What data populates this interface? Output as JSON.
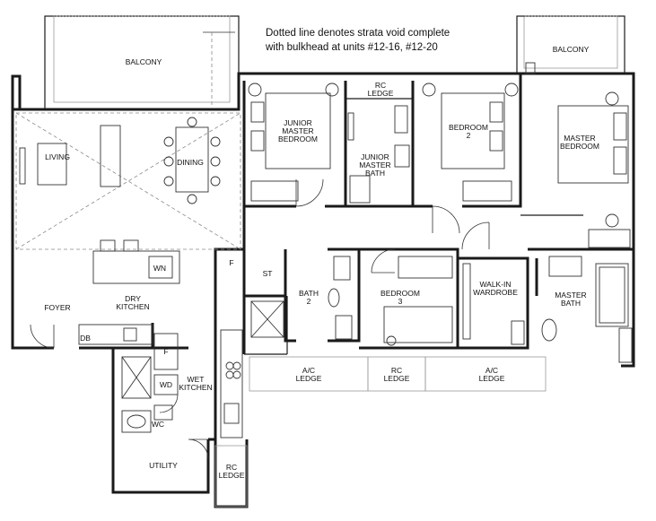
{
  "note": {
    "line1": "Dotted line denotes strata void complete",
    "line2": "with bulkhead at units #12-16, #12-20"
  },
  "rooms": {
    "balcony_left": "BALCONY",
    "balcony_right": "BALCONY",
    "living": "LIVING",
    "dining": "DINING",
    "junior_master_bedroom": [
      "JUNIOR",
      "MASTER",
      "BEDROOM"
    ],
    "rc_ledge_top": [
      "RC",
      "LEDGE"
    ],
    "junior_master_bath": [
      "JUNIOR",
      "MASTER",
      "BATH"
    ],
    "bedroom2": [
      "BEDROOM",
      "2"
    ],
    "master_bedroom": [
      "MASTER",
      "BEDROOM"
    ],
    "wn": "WN",
    "f_top": "F",
    "st": "ST",
    "bath2": [
      "BATH",
      "2"
    ],
    "bedroom3": [
      "BEDROOM",
      "3"
    ],
    "walk_in_wardrobe": [
      "WALK-IN",
      "WARDROBE"
    ],
    "master_bath": [
      "MASTER",
      "BATH"
    ],
    "foyer": "FOYER",
    "dry_kitchen": [
      "DRY",
      "KITCHEN"
    ],
    "db": "DB",
    "f_kitchen": "F",
    "wd": "WD",
    "wet_kitchen": [
      "WET",
      "KITCHEN"
    ],
    "wc": "WC",
    "utility": "UTILITY",
    "rc_ledge_bottom": [
      "RC",
      "LEDGE"
    ],
    "ac_ledge_left": [
      "A/C",
      "LEDGE"
    ],
    "rc_ledge_mid": [
      "RC",
      "LEDGE"
    ],
    "ac_ledge_right": [
      "A/C",
      "LEDGE"
    ]
  }
}
